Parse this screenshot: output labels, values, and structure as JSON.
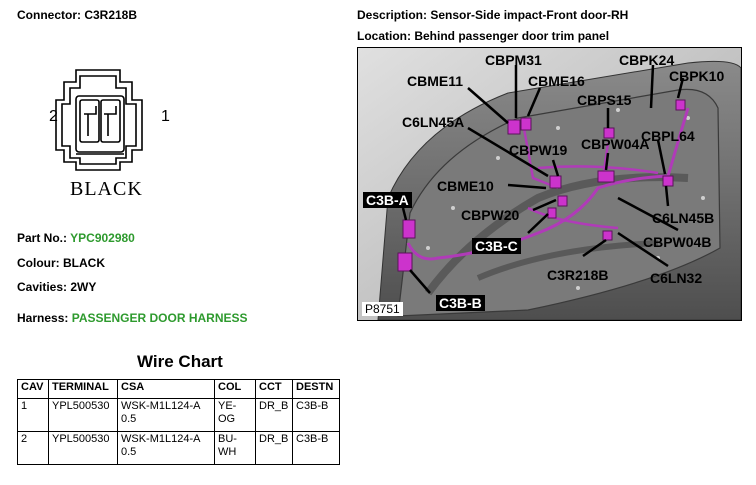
{
  "header": {
    "connector_label": "Connector: C3R218B",
    "description_label": "Description: Sensor-Side impact-Front door-RH",
    "location_label": "Location: Behind passenger door trim panel"
  },
  "connector_diagram": {
    "pin_left": "2",
    "pin_right": "1",
    "color_name": "BLACK"
  },
  "details": {
    "part_no_label": "Part No.:",
    "part_no_value": "YPC902980",
    "colour": "Colour: BLACK",
    "cavities": "Cavities: 2WY",
    "harness_label": "Harness:",
    "harness_value": "PASSENGER DOOR HARNESS"
  },
  "wire_chart": {
    "title": "Wire Chart",
    "columns": [
      "CAV",
      "TERMINAL",
      "CSA",
      "COL",
      "CCT",
      "DESTN"
    ],
    "rows": [
      {
        "cav": "1",
        "terminal": "YPL500530",
        "csa": "WSK-M1L124-A 0.5",
        "col": "YE-OG",
        "cct": "DR_B",
        "destn": "C3B-B"
      },
      {
        "cav": "2",
        "terminal": "YPL500530",
        "csa": "WSK-M1L124-A 0.5",
        "col": "BU-WH",
        "cct": "DR_B",
        "destn": "C3B-B"
      }
    ]
  },
  "photo": {
    "ref": "P8751",
    "callouts": {
      "cbpm31": "CBPM31",
      "cbpk24": "CBPK24",
      "cbme11": "CBME11",
      "cbme16": "CBME16",
      "cbpk10": "CBPK10",
      "cbps15": "CBPS15",
      "c6ln45a": "C6LN45A",
      "cbpl64": "CBPL64",
      "cbpw04a": "CBPW04A",
      "cbpw19": "CBPW19",
      "cbme10": "CBME10",
      "c3b_a": "C3B-A",
      "c6ln45b": "C6LN45B",
      "cbpw20": "CBPW20",
      "c3b_c": "C3B-C",
      "cbpw04b": "CBPW04B",
      "c3r218b": "C3R218B",
      "c6ln32": "C6LN32",
      "c3b_b": "C3B-B"
    },
    "colors": {
      "harness": "#b03bb8",
      "connector": "#cc33cc",
      "panel": "#c4c4c4"
    }
  }
}
